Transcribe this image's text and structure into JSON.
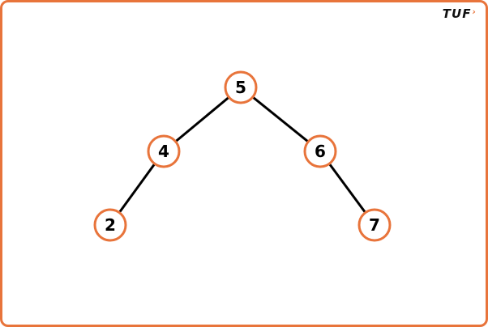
{
  "brand": {
    "text": "TUF",
    "mark": "›",
    "accent_color": "#e8743b"
  },
  "tree": {
    "root": "5",
    "nodes": [
      {
        "id": "n5",
        "label": "5"
      },
      {
        "id": "n4",
        "label": "4"
      },
      {
        "id": "n6",
        "label": "6"
      },
      {
        "id": "n2",
        "label": "2"
      },
      {
        "id": "n7",
        "label": "7"
      }
    ],
    "edges": [
      {
        "from": "5",
        "to": "4"
      },
      {
        "from": "5",
        "to": "6"
      },
      {
        "from": "4",
        "to": "2"
      },
      {
        "from": "6",
        "to": "7"
      }
    ],
    "node_border_color": "#e8743b",
    "edge_color": "#000000"
  }
}
